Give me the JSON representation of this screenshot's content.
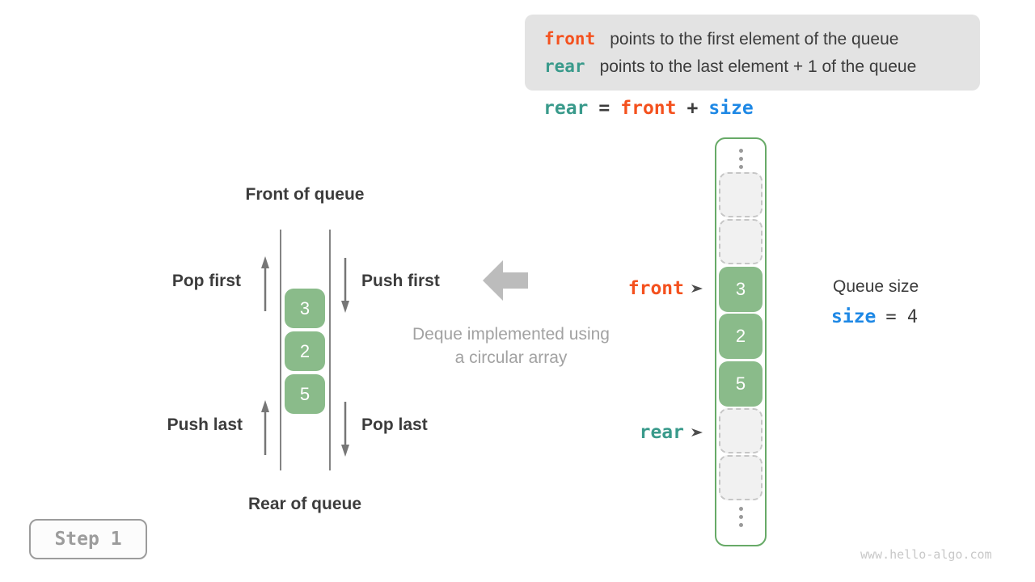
{
  "note": {
    "line1": {
      "term": "front",
      "text": "points to the first element of the queue"
    },
    "line2": {
      "term": "rear",
      "text": "points to the last element + 1 of the queue"
    }
  },
  "formula": {
    "rear": "rear",
    "equals": "=",
    "front": "front",
    "plus": "+",
    "size": "size"
  },
  "left_diagram": {
    "front_of_queue": "Front of queue",
    "rear_of_queue": "Rear of queue",
    "pop_first": "Pop first",
    "push_first": "Push first",
    "push_last": "Push last",
    "pop_last": "Pop last",
    "values": [
      "3",
      "2",
      "5"
    ]
  },
  "center": {
    "caption_line1": "Deque implemented using",
    "caption_line2": "a circular array"
  },
  "array": {
    "front_pointer": "front",
    "rear_pointer": "rear",
    "cells": [
      {
        "type": "ellipsis"
      },
      {
        "type": "empty"
      },
      {
        "type": "empty"
      },
      {
        "type": "filled",
        "value": "3",
        "pointer": "front"
      },
      {
        "type": "filled",
        "value": "2"
      },
      {
        "type": "filled",
        "value": "5"
      },
      {
        "type": "empty",
        "pointer": "rear"
      },
      {
        "type": "empty"
      },
      {
        "type": "ellipsis"
      }
    ]
  },
  "queue_size": {
    "label": "Queue size",
    "variable": "size",
    "equals_value": "= 4"
  },
  "step_badge": {
    "label": "Step 1"
  },
  "watermark": "www.hello-algo.com",
  "colors": {
    "front_accent": "#f4511e",
    "rear_accent": "#399a8b",
    "size_accent": "#1e88e5",
    "cell_green": "#8abb8a",
    "array_border_green": "#67aa67",
    "note_background": "#e3e3e3"
  }
}
